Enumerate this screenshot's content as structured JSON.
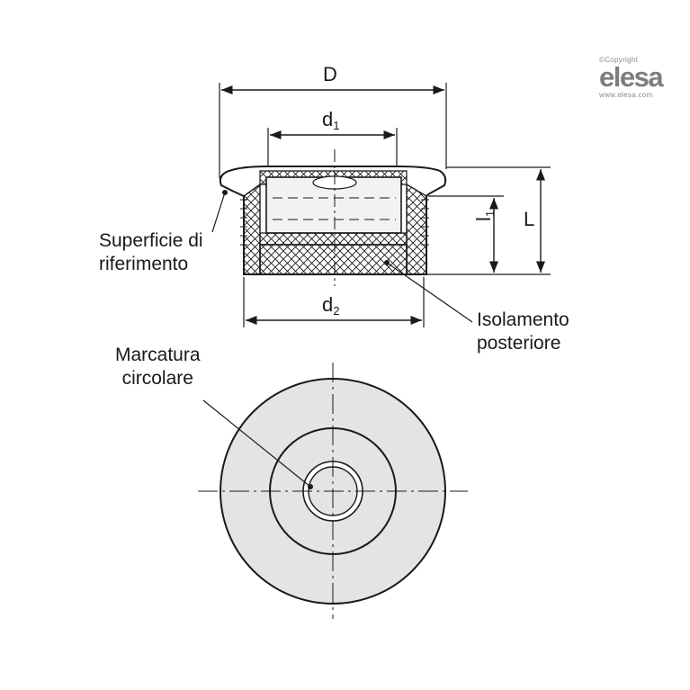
{
  "logo": {
    "copyright": "©Copyright",
    "brand": "elesa",
    "website": "www.elesa.com"
  },
  "dimensions": {
    "D": "D",
    "d1_main": "d",
    "d1_sub": "1",
    "d2_main": "d",
    "d2_sub": "2",
    "l1_main": "l",
    "l1_sub": "1",
    "L": "L"
  },
  "labels": {
    "reference_surface": [
      "Superficie di",
      "riferimento"
    ],
    "back_insulation": [
      "Isolamento",
      "posteriore"
    ],
    "circular_marking": [
      "Marcatura",
      "circolare"
    ]
  },
  "colors": {
    "line": "#1a1a1a",
    "fill_face": "#e4e4e4",
    "fill_window": "#f2f2f2"
  }
}
